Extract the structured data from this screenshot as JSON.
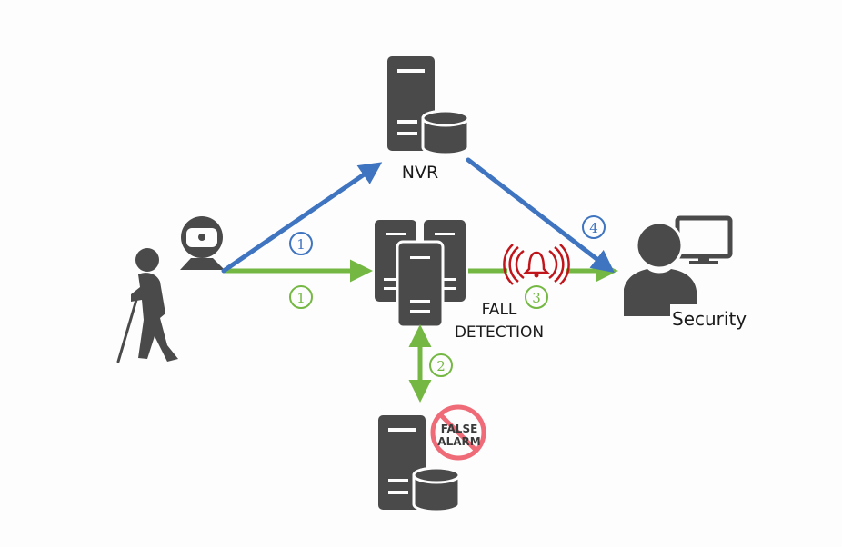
{
  "title": "Fall detection system architecture",
  "colors": {
    "icon": "#4a4a4a",
    "blue_flow": "#3f74c0",
    "green_flow": "#74b843",
    "alarm_red": "#c0151b",
    "false_alarm_ring": "#ef6b78",
    "background": "#fdfdfd"
  },
  "nodes": {
    "nvr": {
      "label": "NVR",
      "icon": "server-database-icon"
    },
    "camera": {
      "icon": "webcam-icon"
    },
    "person": {
      "icon": "elderly-person-with-cane-icon"
    },
    "fall_detection": {
      "label_line1": "FALL",
      "label_line2": "DETECTION",
      "icon": "server-cluster-icon"
    },
    "alarm": {
      "icon": "ringing-bell-alarm-icon"
    },
    "security": {
      "label": "Security",
      "icon": "user-with-monitor-icon"
    },
    "false_alarm_db": {
      "badge_line1": "FALSE",
      "badge_line2": "ALARM",
      "icon": "server-database-icon",
      "badge_icon": "prohibited-sign-icon"
    }
  },
  "flows": [
    {
      "id": "camera-to-nvr",
      "step": "1",
      "color": "blue",
      "from": "camera",
      "to": "nvr"
    },
    {
      "id": "camera-to-fall-detection",
      "step": "1",
      "color": "green",
      "from": "camera",
      "to": "fall_detection"
    },
    {
      "id": "fall-detection-to-false-alarm-db",
      "step": "2",
      "color": "green",
      "from": "fall_detection",
      "to": "false_alarm_db",
      "bidirectional": true
    },
    {
      "id": "fall-detection-to-security",
      "step": "3",
      "color": "green",
      "from": "fall_detection",
      "to": "security"
    },
    {
      "id": "nvr-to-security",
      "step": "4",
      "color": "blue",
      "from": "nvr",
      "to": "security"
    }
  ]
}
